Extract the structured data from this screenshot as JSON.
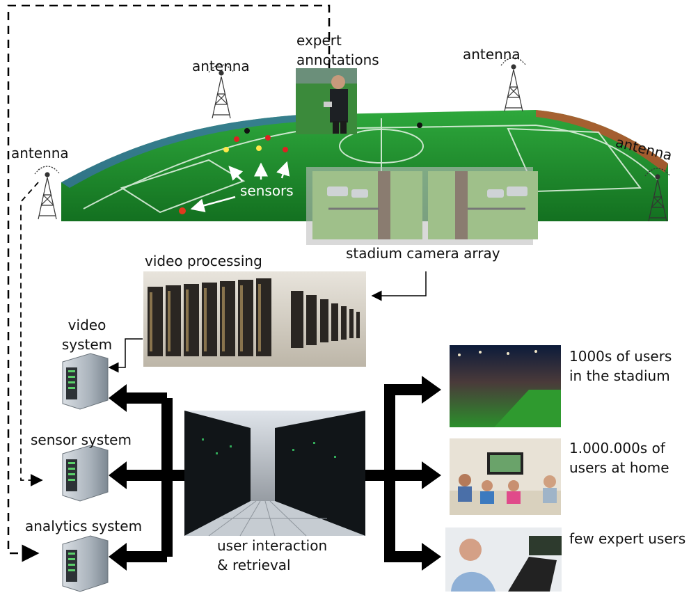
{
  "labels": {
    "expert_annotations": "expert\nannotations",
    "antenna_top_left": "antenna",
    "antenna_top_right": "antenna",
    "antenna_left": "antenna",
    "antenna_right": "antenna",
    "sensors": "sensors",
    "camera_array": "stadium camera array",
    "video_processing": "video processing",
    "video_system": "video\nsystem",
    "sensor_system": "sensor system",
    "analytics_system": "analytics system",
    "user_interaction": "user interaction\n& retrieval",
    "stadium_users": "1000s of users\nin the stadium",
    "home_users": "1.000.000s of\nusers at home",
    "expert_users": "few expert users"
  },
  "colors": {
    "pitch": "#1f8f2f",
    "pitch_dark": "#146b22",
    "server": "#b9c1c9",
    "arrow": "#000000"
  }
}
